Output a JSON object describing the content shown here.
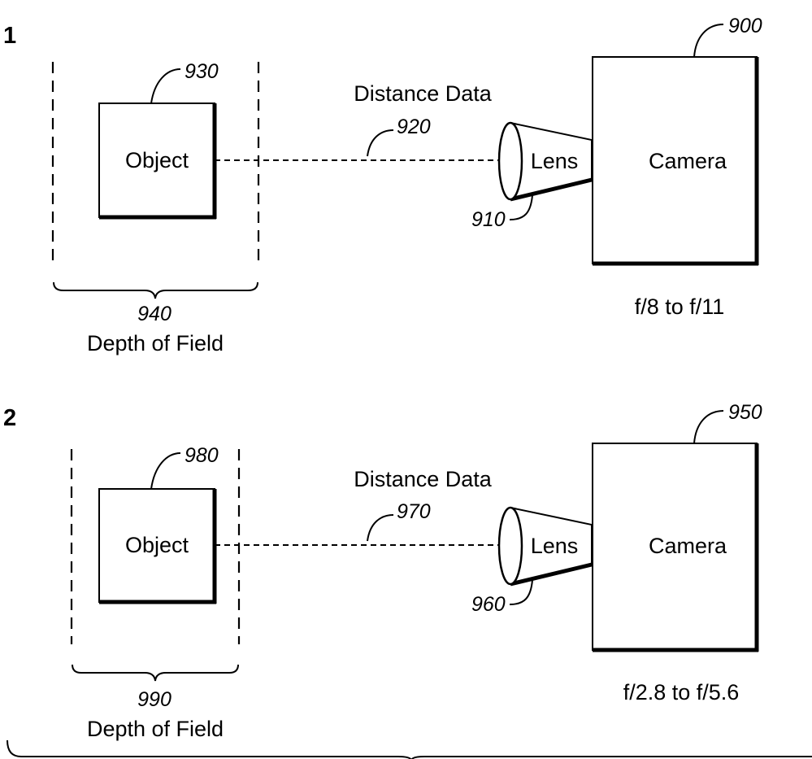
{
  "panels": [
    {
      "number": "1",
      "object": {
        "label": "Object",
        "ref": "930"
      },
      "lens": {
        "label": "Lens",
        "ref": "910"
      },
      "camera": {
        "label": "Camera",
        "ref": "900",
        "aperture": "f/8 to f/11"
      },
      "distance": {
        "label": "Distance Data",
        "ref": "920"
      },
      "depth_of_field": {
        "ref": "940",
        "label": "Depth of Field"
      }
    },
    {
      "number": "2",
      "object": {
        "label": "Object",
        "ref": "980"
      },
      "lens": {
        "label": "Lens",
        "ref": "960"
      },
      "camera": {
        "label": "Camera",
        "ref": "950",
        "aperture": "f/2.8 to f/5.6"
      },
      "distance": {
        "label": "Distance Data",
        "ref": "970"
      },
      "depth_of_field": {
        "ref": "990",
        "label": "Depth of Field"
      }
    }
  ]
}
